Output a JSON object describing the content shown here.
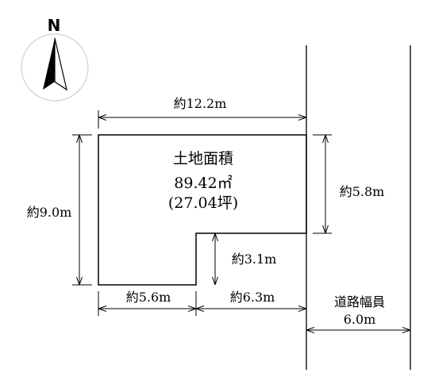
{
  "compass": {
    "letter": "N",
    "icon": "north-arrow-icon"
  },
  "lot": {
    "title": "土地面積",
    "area_sqm": "89.42㎡",
    "area_tsubo": "(27.04坪)"
  },
  "dimensions": {
    "top_width": "約12.2m",
    "left_height": "約9.0m",
    "right_upper_height": "約5.8m",
    "notch_height": "約3.1m",
    "bottom_left_width": "約5.6m",
    "bottom_right_width": "約6.3m"
  },
  "road": {
    "label": "道路幅員",
    "width": "6.0m"
  }
}
